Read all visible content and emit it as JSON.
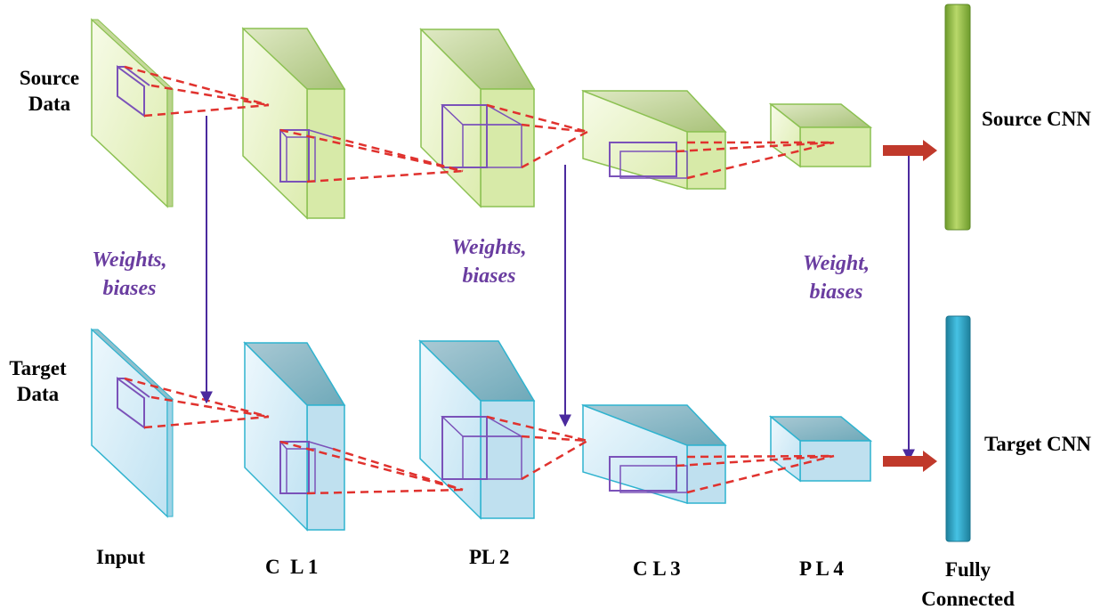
{
  "labels": {
    "source_data": [
      "Source",
      "Data"
    ],
    "target_data": [
      "Target",
      "Data"
    ],
    "source_cnn": "Source CNN",
    "target_cnn": "Target CNN",
    "input": "Input",
    "cl1": "C  L 1",
    "pl2": "PL 2",
    "cl3": "C L 3",
    "pl4": "P L 4",
    "fully_connected": [
      "Fully",
      "Connected"
    ]
  },
  "weights": [
    [
      "Weights,",
      "biases"
    ],
    [
      "Weights,",
      "biases"
    ],
    [
      "Weight,",
      "biases"
    ]
  ],
  "colors": {
    "source_face": "#e9f3c6",
    "source_top": "#c5d99a",
    "source_side": "#d7eaa8",
    "source_edge": "#8cc152",
    "target_face": "#d6edf8",
    "target_top": "#8ebfcc",
    "target_side": "#bfe0ef",
    "target_edge": "#2fb3cf",
    "filter": "#7b52b9",
    "dashes": "#e0322e",
    "transfer_arrow": "#4b2a9e",
    "output_arrow": "#c0392b",
    "source_fc": "#7fae34",
    "target_fc": "#2a9dbb"
  }
}
